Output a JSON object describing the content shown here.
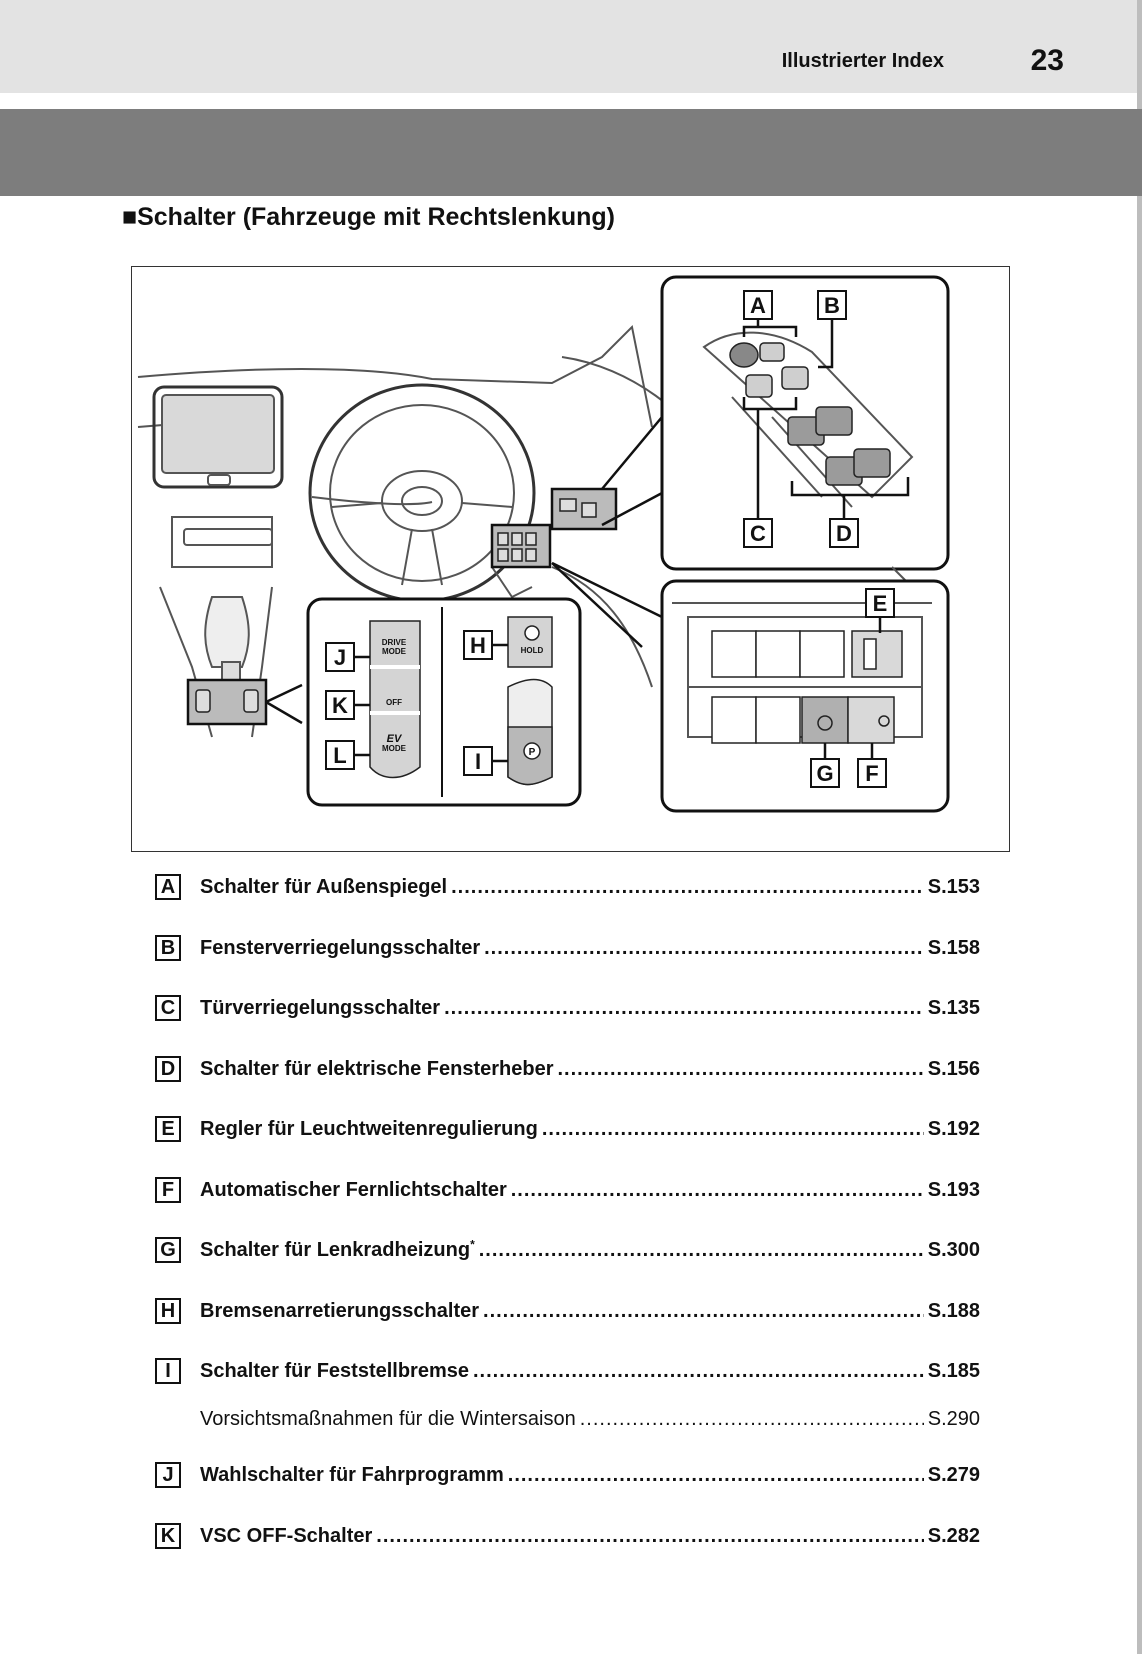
{
  "header": {
    "section_title": "Illustrierter Index",
    "page_number": "23"
  },
  "heading": "■Schalter (Fahrzeuge mit Rechtslenkung)",
  "figure": {
    "callouts": [
      "A",
      "B",
      "C",
      "D",
      "E",
      "F",
      "G",
      "H",
      "I",
      "J",
      "K",
      "L"
    ],
    "switch_labels": {
      "drive_mode": [
        "DRIVE",
        "MODE"
      ],
      "vsc_off": "OFF",
      "ev_mode": [
        "EV",
        "MODE"
      ],
      "hold": "HOLD",
      "parking": "P"
    }
  },
  "index": [
    {
      "letter": "A",
      "label": "Schalter für Außenspiegel",
      "page": "S.153"
    },
    {
      "letter": "B",
      "label": "Fensterverriegelungsschalter",
      "page": "S.158"
    },
    {
      "letter": "C",
      "label": "Türverriegelungsschalter",
      "page": "S.135"
    },
    {
      "letter": "D",
      "label": "Schalter für elektrische Fensterheber",
      "page": "S.156"
    },
    {
      "letter": "E",
      "label": "Regler für Leuchtweitenregulierung",
      "page": "S.192"
    },
    {
      "letter": "F",
      "label": "Automatischer Fernlichtschalter",
      "page": "S.193"
    },
    {
      "letter": "G",
      "label": "Schalter für Lenkradheizung",
      "star": "*",
      "page": "S.300"
    },
    {
      "letter": "H",
      "label": "Bremsenarretierungsschalter",
      "page": "S.188"
    },
    {
      "letter": "I",
      "label": "Schalter für Feststellbremse",
      "page": "S.185"
    },
    {
      "letter": "",
      "label": "Vorsichtsmaßnahmen für die Wintersaison",
      "page": "S.290"
    },
    {
      "letter": "J",
      "label": "Wahlschalter für Fahrprogramm",
      "page": "S.279"
    },
    {
      "letter": "K",
      "label": "VSC OFF-Schalter",
      "page": "S.282"
    }
  ]
}
